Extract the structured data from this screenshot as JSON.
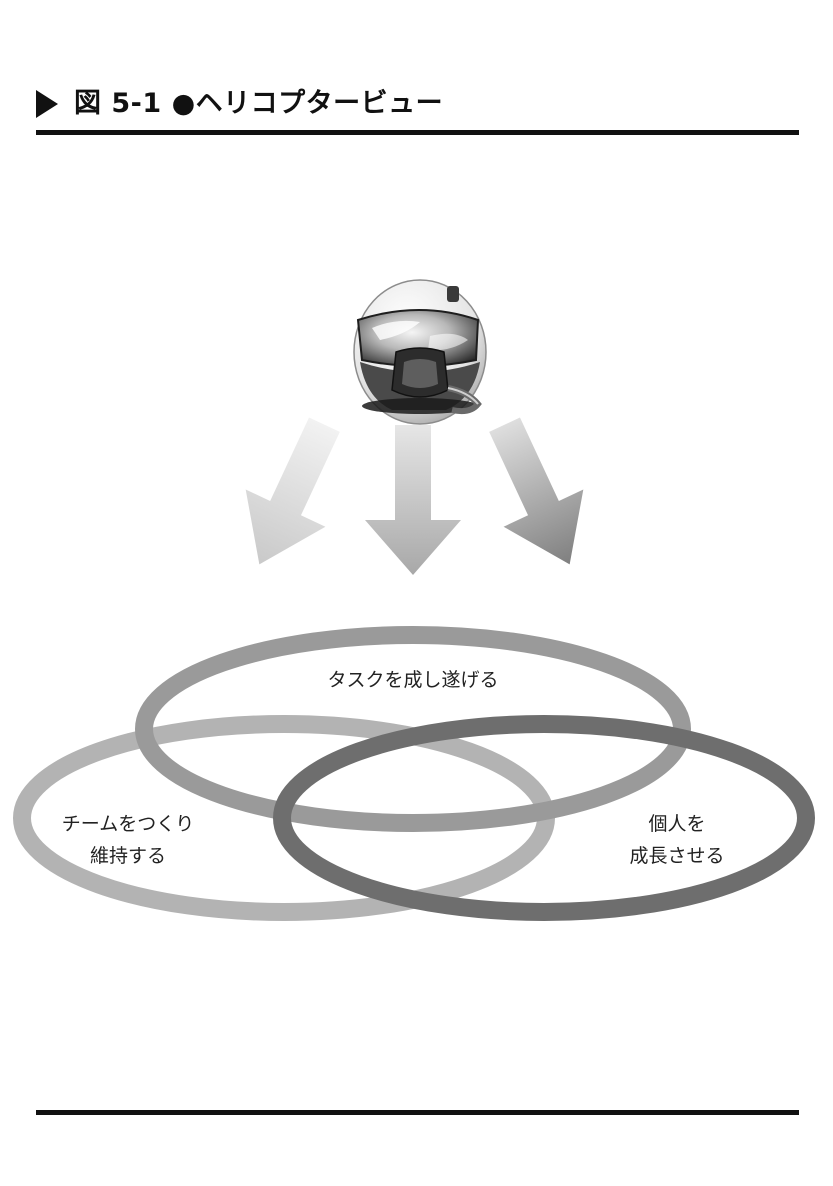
{
  "figure": {
    "title": "図 5-1 ●ヘリコプタービュー"
  },
  "diagram": {
    "observer_icon": "pilot-helmet-icon",
    "circles": [
      {
        "id": "task",
        "lines": [
          "タスクを成し遂げる"
        ],
        "stroke": "#9a9a9a"
      },
      {
        "id": "team",
        "lines": [
          "チームをつくり",
          "維持する"
        ],
        "stroke": "#b3b3b3"
      },
      {
        "id": "individual",
        "lines": [
          "個人を",
          "成長させる"
        ],
        "stroke": "#6e6e6e"
      }
    ]
  }
}
